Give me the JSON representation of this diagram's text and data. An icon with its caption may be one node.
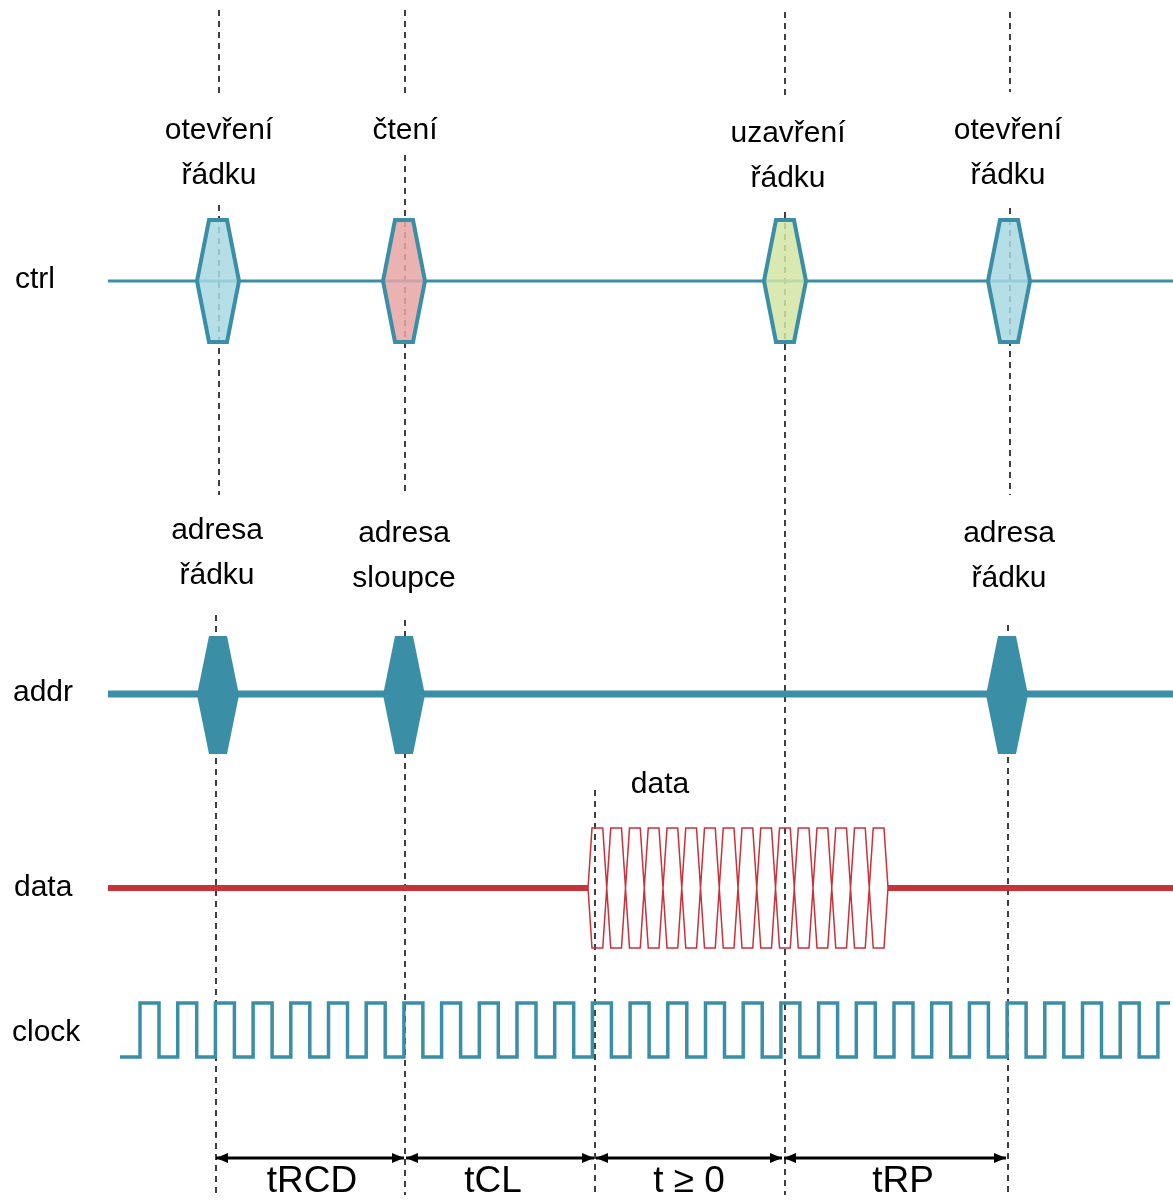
{
  "diagram": {
    "nodes": [
      {
        "text": [],
        "shape": "hexagon"
      },
      {
        "text": [],
        "shape": "hexagon"
      },
      {
        "text": [],
        "shape": "hexagon"
      },
      {
        "text": [],
        "shape": "hexagon"
      },
      {
        "text": [],
        "shape": "hexagon"
      },
      {
        "text": [],
        "shape": "hexagon"
      },
      {
        "text": [],
        "shape": "hexagon"
      }
    ],
    "labels": [
      "otevření řádku",
      "čtení",
      "uzavření řádku",
      "otevření řádku",
      "ctrl",
      "adresa řádku",
      "adresa sloupce",
      "adresa řádku",
      "addr",
      "data",
      "data",
      "clock",
      "tRCD",
      "tCL",
      "t ≥ 0",
      "tRP"
    ]
  }
}
